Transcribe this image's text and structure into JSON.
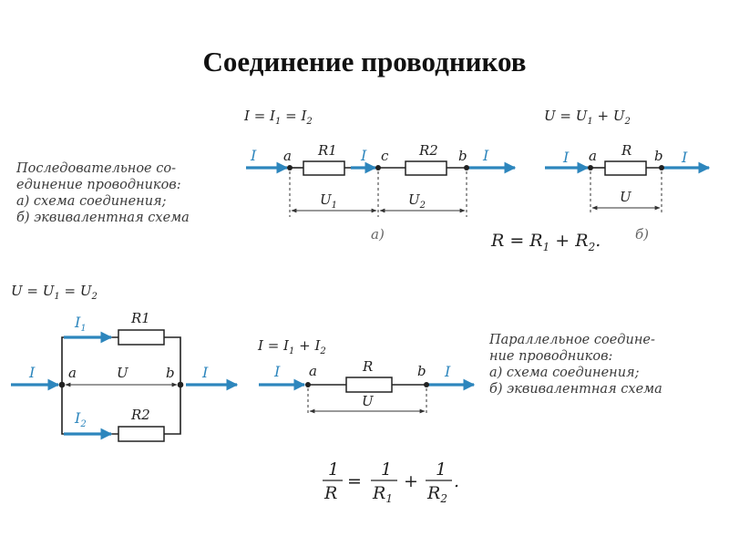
{
  "title": "Соединение проводников",
  "captions": {
    "series": "Последовательное со-\nединение проводников:\nа) схема соединения;\nб) эквивалентная схема",
    "parallel": "Параллельное соедине-\nние проводников:\nа) схема соединения;\nб) эквивалентная схема"
  },
  "series_a": {
    "formula_parts": [
      "I = I",
      "1",
      " = I",
      "2"
    ],
    "nodes": [
      "a",
      "c",
      "b"
    ],
    "resistors": [
      "R1",
      "R2"
    ],
    "current_in": "I",
    "current_mid": "I",
    "current_out": "I",
    "voltages": [
      "U",
      "1",
      "U",
      "2"
    ],
    "letter": "а)"
  },
  "series_b": {
    "formula_parts": [
      "U = U",
      "1",
      " + U",
      "2"
    ],
    "nodes": [
      "a",
      "b"
    ],
    "resistor": "R",
    "current_in": "I",
    "current_out": "I",
    "voltage": "U",
    "letter": "б)",
    "result_parts": [
      "R = R",
      "1",
      " + R",
      "2",
      "."
    ]
  },
  "parallel_a": {
    "formula_parts": [
      "U = U",
      "1",
      " = U",
      "2"
    ],
    "nodes": [
      "a",
      "b"
    ],
    "resistors": [
      "R1",
      "R2"
    ],
    "current_in": "I",
    "current_out": "I",
    "branch_currents": [
      "I",
      "1",
      "I",
      "2"
    ],
    "voltage": "U"
  },
  "parallel_b": {
    "formula_parts": [
      "I = I",
      "1",
      " + I",
      "2"
    ],
    "nodes": [
      "a",
      "b"
    ],
    "resistor": "R",
    "current_in": "I",
    "current_out": "I",
    "voltage": "U",
    "result": {
      "lhs_num": "1",
      "lhs_den": "R",
      "eq": "=",
      "t1_num": "1",
      "t1_den": "R",
      "t1_sub": "1",
      "plus": "+",
      "t2_num": "1",
      "t2_den": "R",
      "t2_sub": "2",
      "end": "."
    }
  },
  "colors": {
    "current_arrow": "#2d86bd",
    "wire": "#222222"
  }
}
